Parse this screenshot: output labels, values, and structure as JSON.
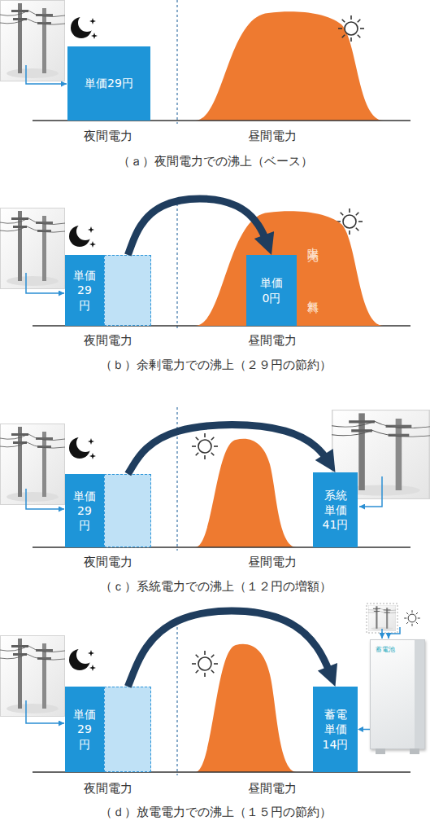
{
  "diagram": {
    "nodes": [
      {
        "text": [
          "単価29円"
        ]
      },
      {
        "text": [
          "単価 29 円"
        ]
      },
      {
        "text": [
          "太陽光",
          "無料"
        ]
      },
      {
        "text": [
          "単価 0円"
        ],
        "in": 2
      },
      {
        "text": [
          "単価 29 円"
        ]
      },
      {
        "text": [
          "系統 単価 41円"
        ]
      },
      {
        "text": [
          "単価 29 円"
        ]
      },
      {
        "text": [
          "蓄電池"
        ]
      },
      {
        "text": [
          "蓄電 単価 14円"
        ]
      }
    ],
    "edges": [
      {
        "from": 1,
        "to": 3,
        "arrow": "to"
      },
      {
        "from": 4,
        "to": 5,
        "arrow": "to"
      },
      {
        "from": 6,
        "to": 8,
        "arrow": "to"
      },
      {
        "from": 7,
        "to": 8,
        "arrow": "to"
      }
    ],
    "labels": [
      "夜間電力",
      "昼間電力",
      "（ａ）夜間電力での沸上（ベース）",
      "夜間電力",
      "昼間電力",
      "（ｂ）余剰電力での沸上（２９円の節約）",
      "夜間電力",
      "昼間電力",
      "（ｃ）系統電力での沸上（１２円の増額）",
      "夜間電力",
      "昼間電力",
      "（ｄ）放電電力での沸上（１５円の節約）"
    ]
  }
}
